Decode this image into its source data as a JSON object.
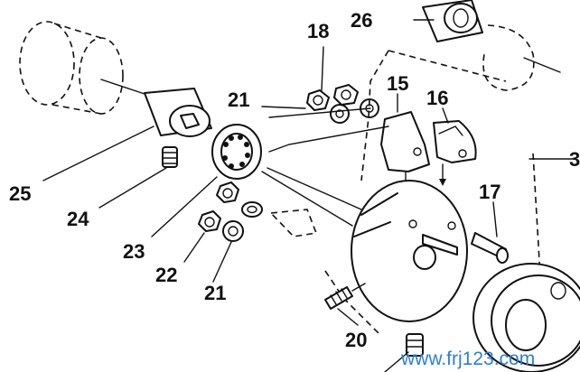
{
  "callouts": [
    {
      "id": "18",
      "text": "18"
    },
    {
      "id": "26",
      "text": "26"
    },
    {
      "id": "21a",
      "text": "21"
    },
    {
      "id": "15",
      "text": "15"
    },
    {
      "id": "16",
      "text": "16"
    },
    {
      "id": "17",
      "text": "17"
    },
    {
      "id": "25",
      "text": "25"
    },
    {
      "id": "24",
      "text": "24"
    },
    {
      "id": "23",
      "text": "23"
    },
    {
      "id": "22",
      "text": "22"
    },
    {
      "id": "21b",
      "text": "21"
    },
    {
      "id": "20",
      "text": "20"
    },
    {
      "id": "3",
      "text": "3"
    }
  ],
  "watermark": "www.frj123.com",
  "colors": {
    "line": "#111111",
    "watermark": "#2f7fd6",
    "background": "#ffffff"
  }
}
